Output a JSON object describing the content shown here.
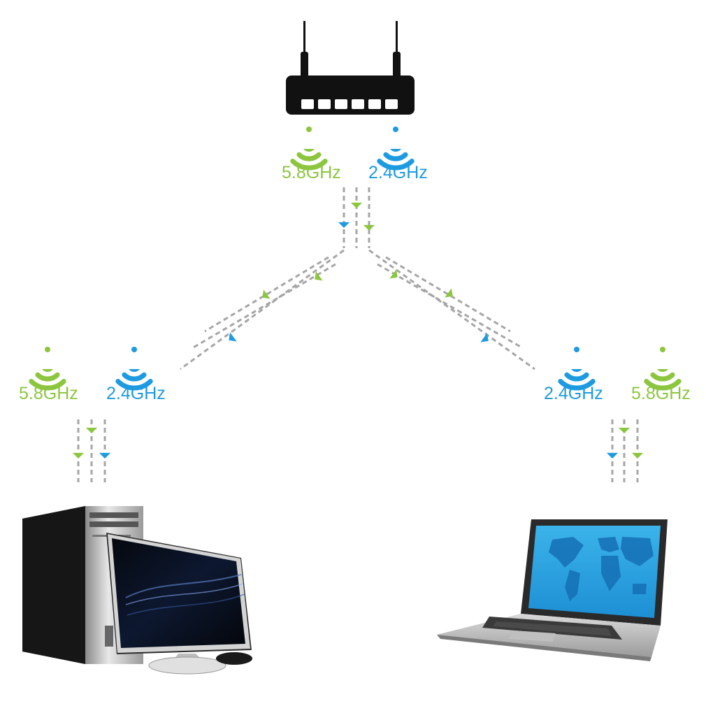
{
  "colors": {
    "band_5_8": "#8cc63f",
    "band_2_4": "#1e9be0",
    "dash": "#a6a6a6",
    "device_dark": "#111111"
  },
  "router": {
    "icon": "router-icon",
    "bands": [
      {
        "label": "5.8GHz",
        "icon": "wifi-signal-icon",
        "color": "#8cc63f"
      },
      {
        "label": "2.4GHz",
        "icon": "wifi-signal-icon",
        "color": "#1e9be0"
      }
    ]
  },
  "desktop": {
    "icon": "desktop-computer-icon",
    "bands": [
      {
        "label": "5.8GHz",
        "icon": "wifi-signal-icon",
        "color": "#8cc63f"
      },
      {
        "label": "2.4GHz",
        "icon": "wifi-signal-icon",
        "color": "#1e9be0"
      }
    ]
  },
  "laptop": {
    "icon": "laptop-icon",
    "bands": [
      {
        "label": "2.4GHz",
        "icon": "wifi-signal-icon",
        "color": "#1e9be0"
      },
      {
        "label": "5.8GHz",
        "icon": "wifi-signal-icon",
        "color": "#8cc63f"
      }
    ]
  }
}
